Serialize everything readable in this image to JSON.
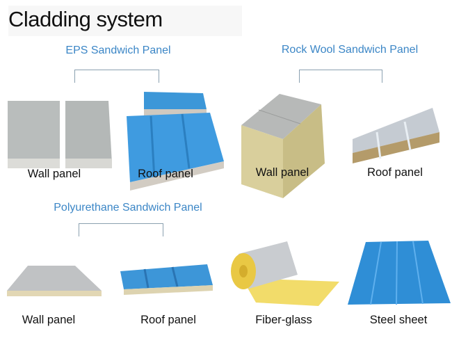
{
  "title": "Cladding system",
  "accent_color": "#3b86c6",
  "groups": [
    {
      "label": "EPS Sandwich Panel",
      "items": [
        "Wall panel",
        "Roof panel"
      ]
    },
    {
      "label": "Rock Wool Sandwich Panel",
      "items": [
        "Wall panel",
        "Roof panel"
      ]
    },
    {
      "label": "Polyurethane Sandwich Panel",
      "items": [
        "Wall panel",
        "Roof panel"
      ]
    }
  ],
  "standalone": [
    "Fiber-glass",
    "Steel sheet"
  ]
}
